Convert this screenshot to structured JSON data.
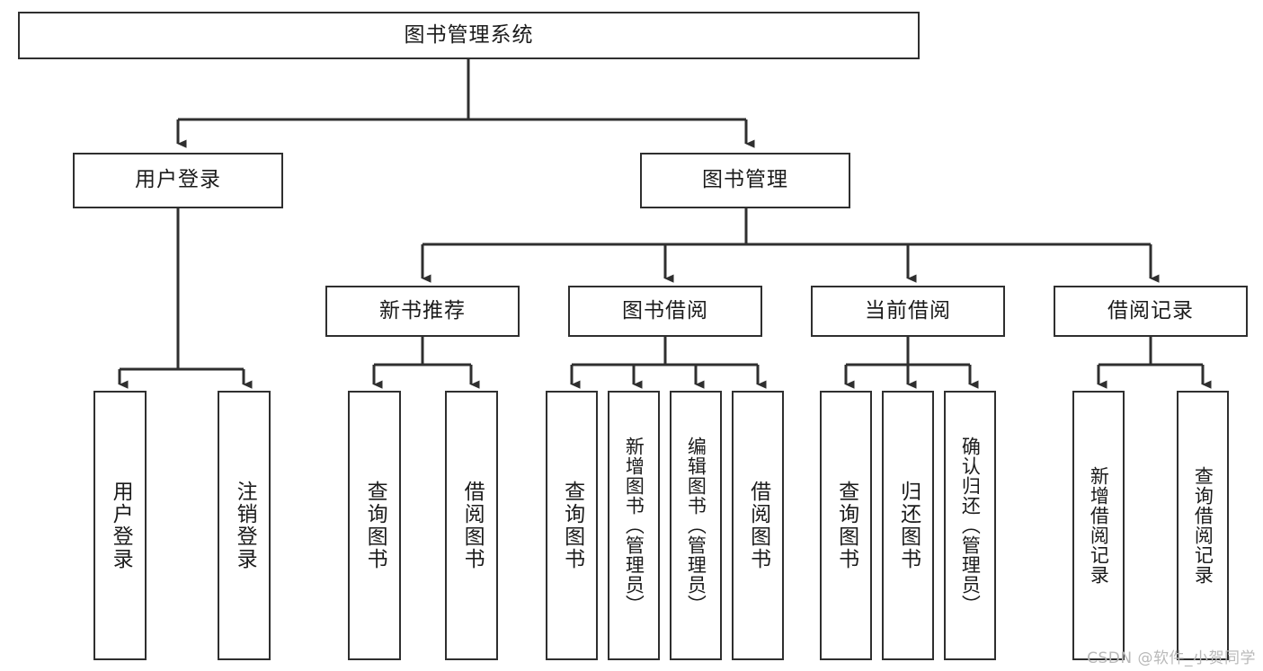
{
  "diagram": {
    "title": "图书管理系统",
    "type": "functional-structure-tree",
    "orientation": "top-down",
    "colors": {
      "box_border": "#2f2f2f",
      "box_fill": "#ffffff",
      "edge": "#2f2f2f",
      "text": "#1b1b1b",
      "watermark": "#b9b9b9",
      "background": "#ffffff"
    },
    "levels": [
      {
        "level": 1,
        "nodes": [
          {
            "id": "root",
            "label": "图书管理系统",
            "text_orientation": "horizontal"
          }
        ]
      },
      {
        "level": 2,
        "nodes": [
          {
            "id": "login",
            "label": "用户登录",
            "text_orientation": "horizontal",
            "parent": "root"
          },
          {
            "id": "bookmgmt",
            "label": "图书管理",
            "text_orientation": "horizontal",
            "parent": "root"
          }
        ]
      },
      {
        "level": 3,
        "nodes": [
          {
            "id": "newbook",
            "label": "新书推荐",
            "text_orientation": "horizontal",
            "parent": "bookmgmt"
          },
          {
            "id": "borrow",
            "label": "图书借阅",
            "text_orientation": "horizontal",
            "parent": "bookmgmt"
          },
          {
            "id": "current",
            "label": "当前借阅",
            "text_orientation": "horizontal",
            "parent": "bookmgmt"
          },
          {
            "id": "records",
            "label": "借阅记录",
            "text_orientation": "horizontal",
            "parent": "bookmgmt"
          }
        ]
      },
      {
        "level": 4,
        "nodes": [
          {
            "id": "leaf-1",
            "label": "用户登录",
            "text_orientation": "vertical",
            "parent": "login"
          },
          {
            "id": "leaf-2",
            "label": "注销登录",
            "text_orientation": "vertical",
            "parent": "login"
          },
          {
            "id": "leaf-3",
            "label": "查询图书",
            "text_orientation": "vertical",
            "parent": "newbook"
          },
          {
            "id": "leaf-4",
            "label": "借阅图书",
            "text_orientation": "vertical",
            "parent": "newbook"
          },
          {
            "id": "leaf-5",
            "label": "查询图书",
            "text_orientation": "vertical",
            "parent": "borrow"
          },
          {
            "id": "leaf-6",
            "label": "新增图书（管理员）",
            "text_orientation": "vertical",
            "parent": "borrow"
          },
          {
            "id": "leaf-7",
            "label": "编辑图书（管理员）",
            "text_orientation": "vertical",
            "parent": "borrow"
          },
          {
            "id": "leaf-8",
            "label": "借阅图书",
            "text_orientation": "vertical",
            "parent": "borrow"
          },
          {
            "id": "leaf-9",
            "label": "查询图书",
            "text_orientation": "vertical",
            "parent": "current"
          },
          {
            "id": "leaf-10",
            "label": "归还图书",
            "text_orientation": "vertical",
            "parent": "current"
          },
          {
            "id": "leaf-11",
            "label": "确认归还（管理员）",
            "text_orientation": "vertical",
            "parent": "current"
          },
          {
            "id": "leaf-12",
            "label": "新增借阅记录",
            "text_orientation": "vertical",
            "parent": "records"
          },
          {
            "id": "leaf-13",
            "label": "查询借阅记录",
            "text_orientation": "vertical",
            "parent": "records"
          }
        ]
      }
    ]
  },
  "watermark": {
    "text": "CSDN @软件_小贺同学"
  }
}
